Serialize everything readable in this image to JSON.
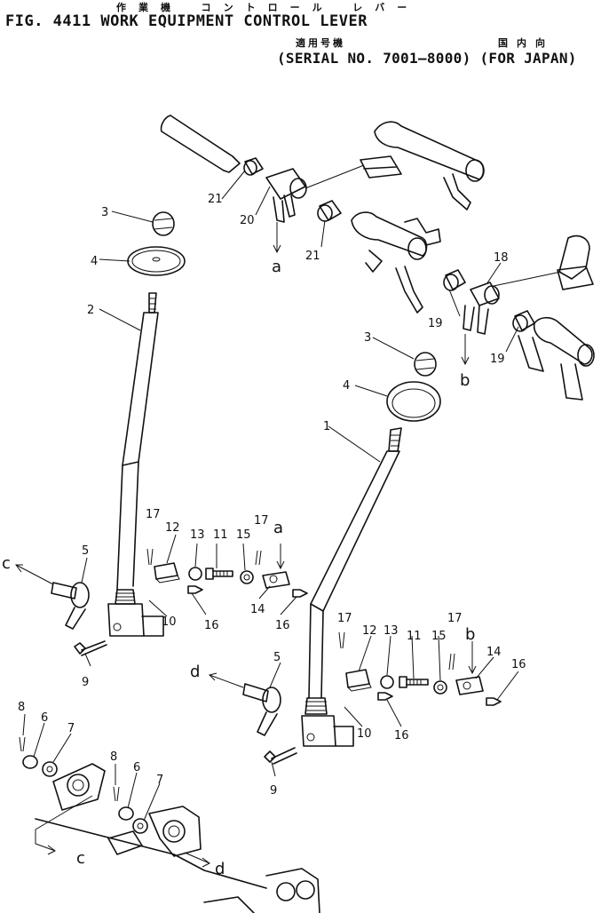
{
  "header": {
    "fig_title": "FIG. 4411  WORK  EQUIPMENT  CONTROL  LEVER",
    "jp_subtitle": "作業機 コントロール レバー",
    "jp_serial": "適用号機",
    "jp_region": "国内向",
    "serial_line": "(SERIAL NO. 7001–8000)  (FOR JAPAN)"
  },
  "callouts": {
    "n1": "1",
    "n2": "2",
    "n3a": "3",
    "n3b": "3",
    "n4a": "4",
    "n4b": "4",
    "n5a": "5",
    "n5b": "5",
    "n6a": "6",
    "n6b": "6",
    "n7a": "7",
    "n7b": "7",
    "n8a": "8",
    "n8b": "8",
    "n9a": "9",
    "n9b": "9",
    "n10a": "10",
    "n10b": "10",
    "n11a": "11",
    "n11b": "11",
    "n12a": "12",
    "n12b": "12",
    "n13a": "13",
    "n13b": "13",
    "n14a": "14",
    "n14b": "14",
    "n15a": "15",
    "n15b": "15",
    "n16a": "16",
    "n16b": "16",
    "n16c": "16",
    "n16d": "16",
    "n17a": "17",
    "n17b": "17",
    "n17c": "17",
    "n17d": "17",
    "n18": "18",
    "n19a": "19",
    "n19b": "19",
    "n20": "20",
    "n21a": "21",
    "n21b": "21"
  },
  "letters": {
    "a_top": "a",
    "a_mid": "a",
    "b_top": "b",
    "b_mid": "b",
    "c_left": "c",
    "c_bottom": "c",
    "d_mid": "d",
    "d_bottom": "d"
  }
}
